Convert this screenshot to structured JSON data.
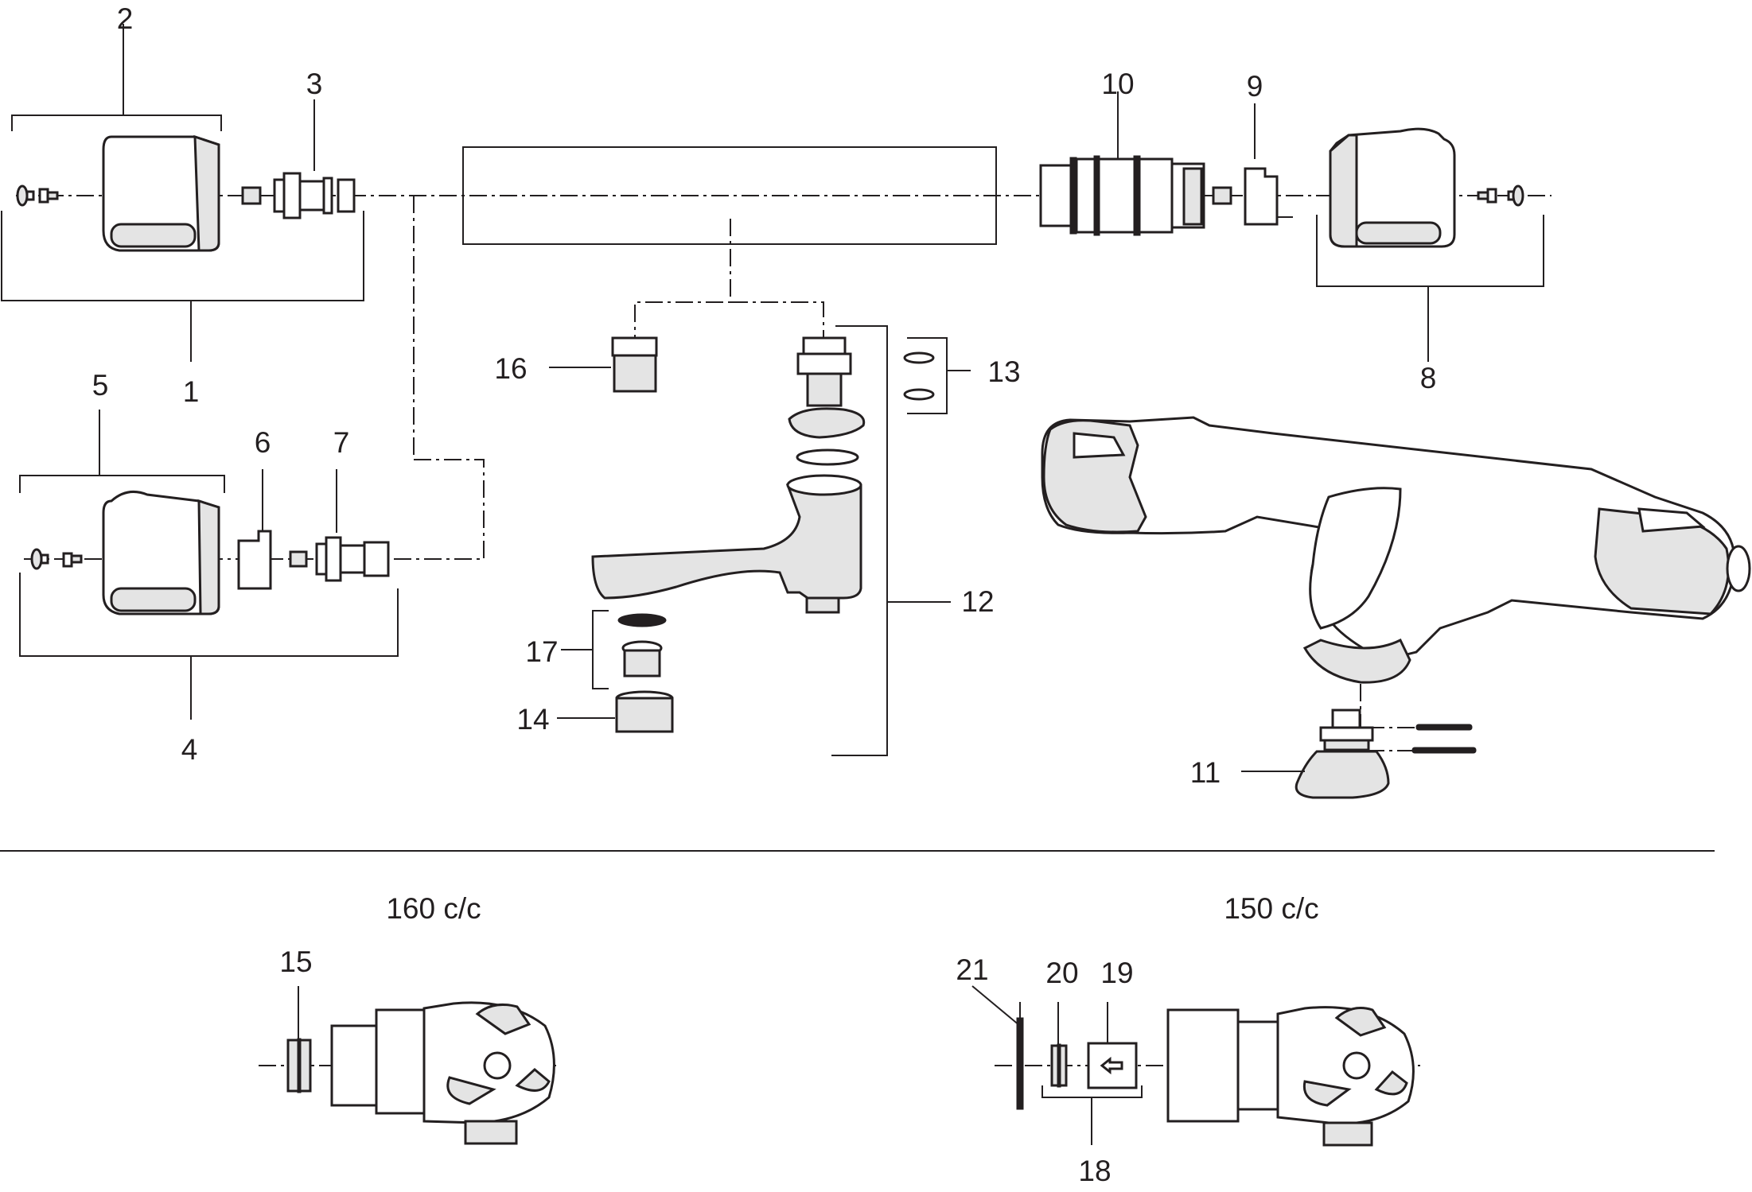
{
  "labels": {
    "p1": "1",
    "p2": "2",
    "p3": "3",
    "p4": "4",
    "p5": "5",
    "p6": "6",
    "p7": "7",
    "p8": "8",
    "p9": "9",
    "p10": "10",
    "p11": "11",
    "p12": "12",
    "p13": "13",
    "p14": "14",
    "p15": "15",
    "p16": "16",
    "p17": "17",
    "p18": "18",
    "p19": "19",
    "p20": "20",
    "p21": "21"
  },
  "captions": {
    "left": "160 c/c",
    "right": "150 c/c"
  }
}
